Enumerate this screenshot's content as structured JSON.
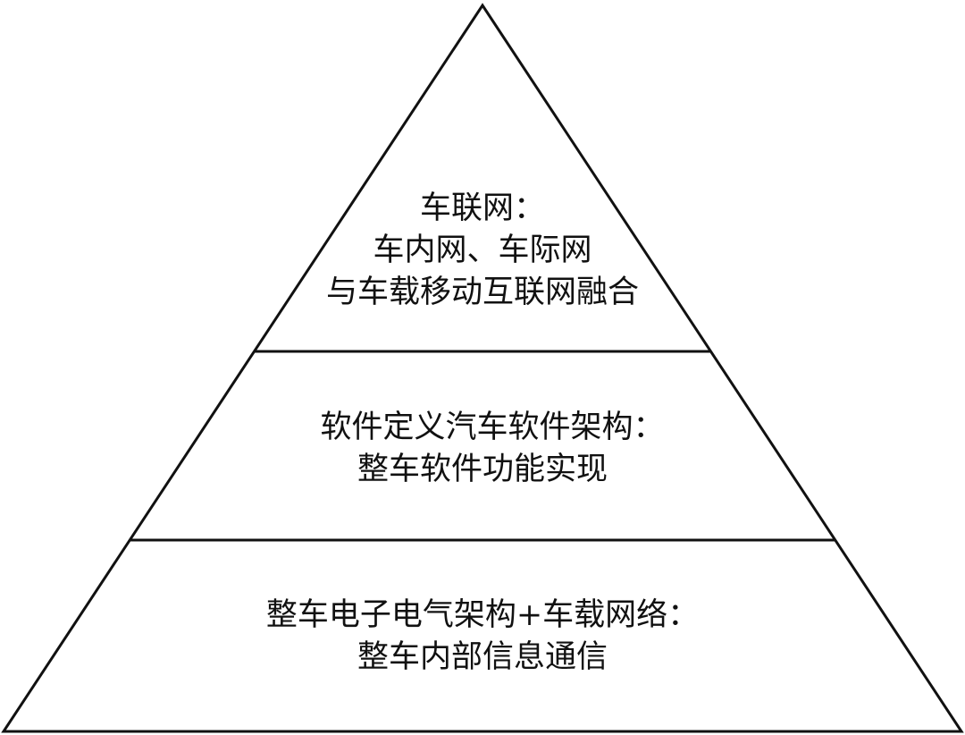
{
  "diagram": {
    "tiers": [
      {
        "id": "top",
        "lines": [
          "车联网：",
          "车内网、车际网",
          "与车载移动互联网融合"
        ]
      },
      {
        "id": "middle",
        "lines": [
          "软件定义汽车软件架构：",
          "整车软件功能实现"
        ]
      },
      {
        "id": "bottom",
        "lines": [
          "整车电子电气架构+车载网络：",
          "整车内部信息通信"
        ]
      }
    ],
    "stroke_color": "#111111",
    "fill_color": "#ffffff"
  }
}
